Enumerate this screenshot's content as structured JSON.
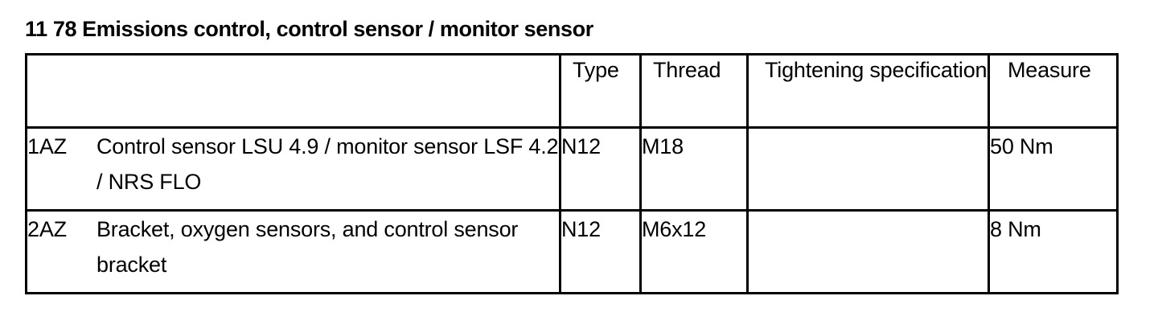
{
  "document": {
    "title": "11 78 Emissions control, control sensor / monitor sensor"
  },
  "table": {
    "headers": {
      "index": "",
      "type": "Type",
      "thread": "Thread",
      "tightening": "Tightening specification",
      "measure": "Measure"
    },
    "rows": [
      {
        "item_no": "1AZ",
        "description": "Control sensor LSU 4.9 / monitor sensor LSF 4.2 / NRS FLO",
        "type": "N12",
        "thread": "M18",
        "tightening": "",
        "measure": "50 Nm"
      },
      {
        "item_no": "2AZ",
        "description": "Bracket, oxygen sensors, and control sensor bracket",
        "type": "N12",
        "thread": "M6x12",
        "tightening": "",
        "measure": "8 Nm"
      }
    ]
  },
  "colors": {
    "text": "#000000",
    "border": "#000000",
    "background": "#ffffff"
  }
}
